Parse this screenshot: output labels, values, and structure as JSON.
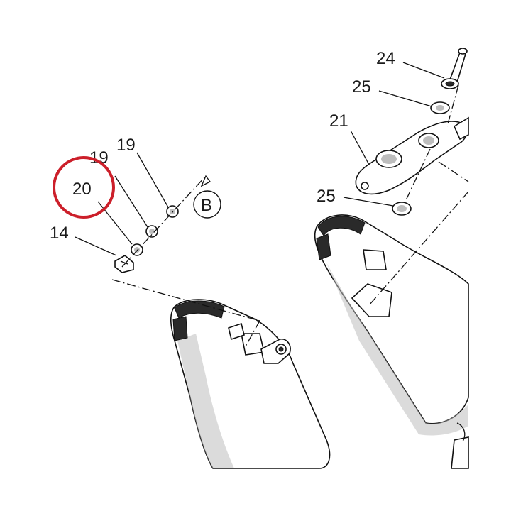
{
  "labels": {
    "l24": "24",
    "l25a": "25",
    "l21": "21",
    "l25b": "25",
    "l19a": "19",
    "l19b": "19",
    "l20": "20",
    "l14": "14",
    "lB": "B"
  },
  "colors": {
    "highlight": "#cc1f2a",
    "ink": "#111111",
    "shade": "#bdbdbd"
  }
}
